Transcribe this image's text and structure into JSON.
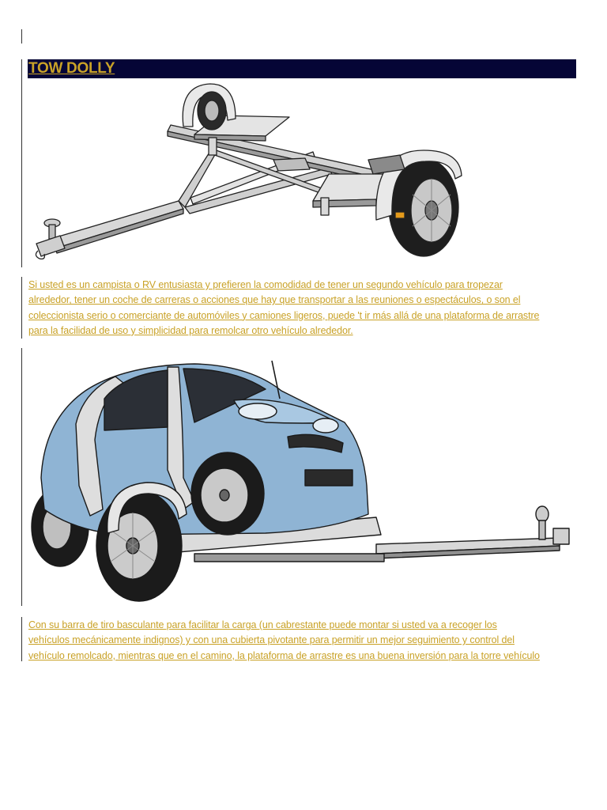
{
  "header": {
    "title": "TOW DOLLY"
  },
  "paragraph1": {
    "lines": [
      "Si usted es un campista o RV entusiasta y prefieren la comodidad de tener un segundo vehículo para tropezar",
      "alrededor, tener un coche de carreras o acciones que hay que transportar a las reuniones o espectáculos, o son el",
      "coleccionista serio o comerciante de automóviles y camiones ligeros, puede 't ir más allá de una plataforma de arrastre",
      "para la facilidad de uso y simplicidad para remolcar otro vehículo alrededor."
    ]
  },
  "paragraph2": {
    "lines": [
      "Con su barra de tiro basculante para facilitar la carga (un cabrestante puede montar si usted va a recoger los",
      "vehículos mecánicamente indignos) y con una cubierta pivotante para permitir un mejor seguimiento y control del",
      "vehículo remolcado, mientras que en el camino, la plataforma de arrastre es una buena inversión para la torre vehículo"
    ]
  },
  "colors": {
    "title_bg": "#050536",
    "link": "#c9a227",
    "car_body": "#8fb4d4"
  }
}
